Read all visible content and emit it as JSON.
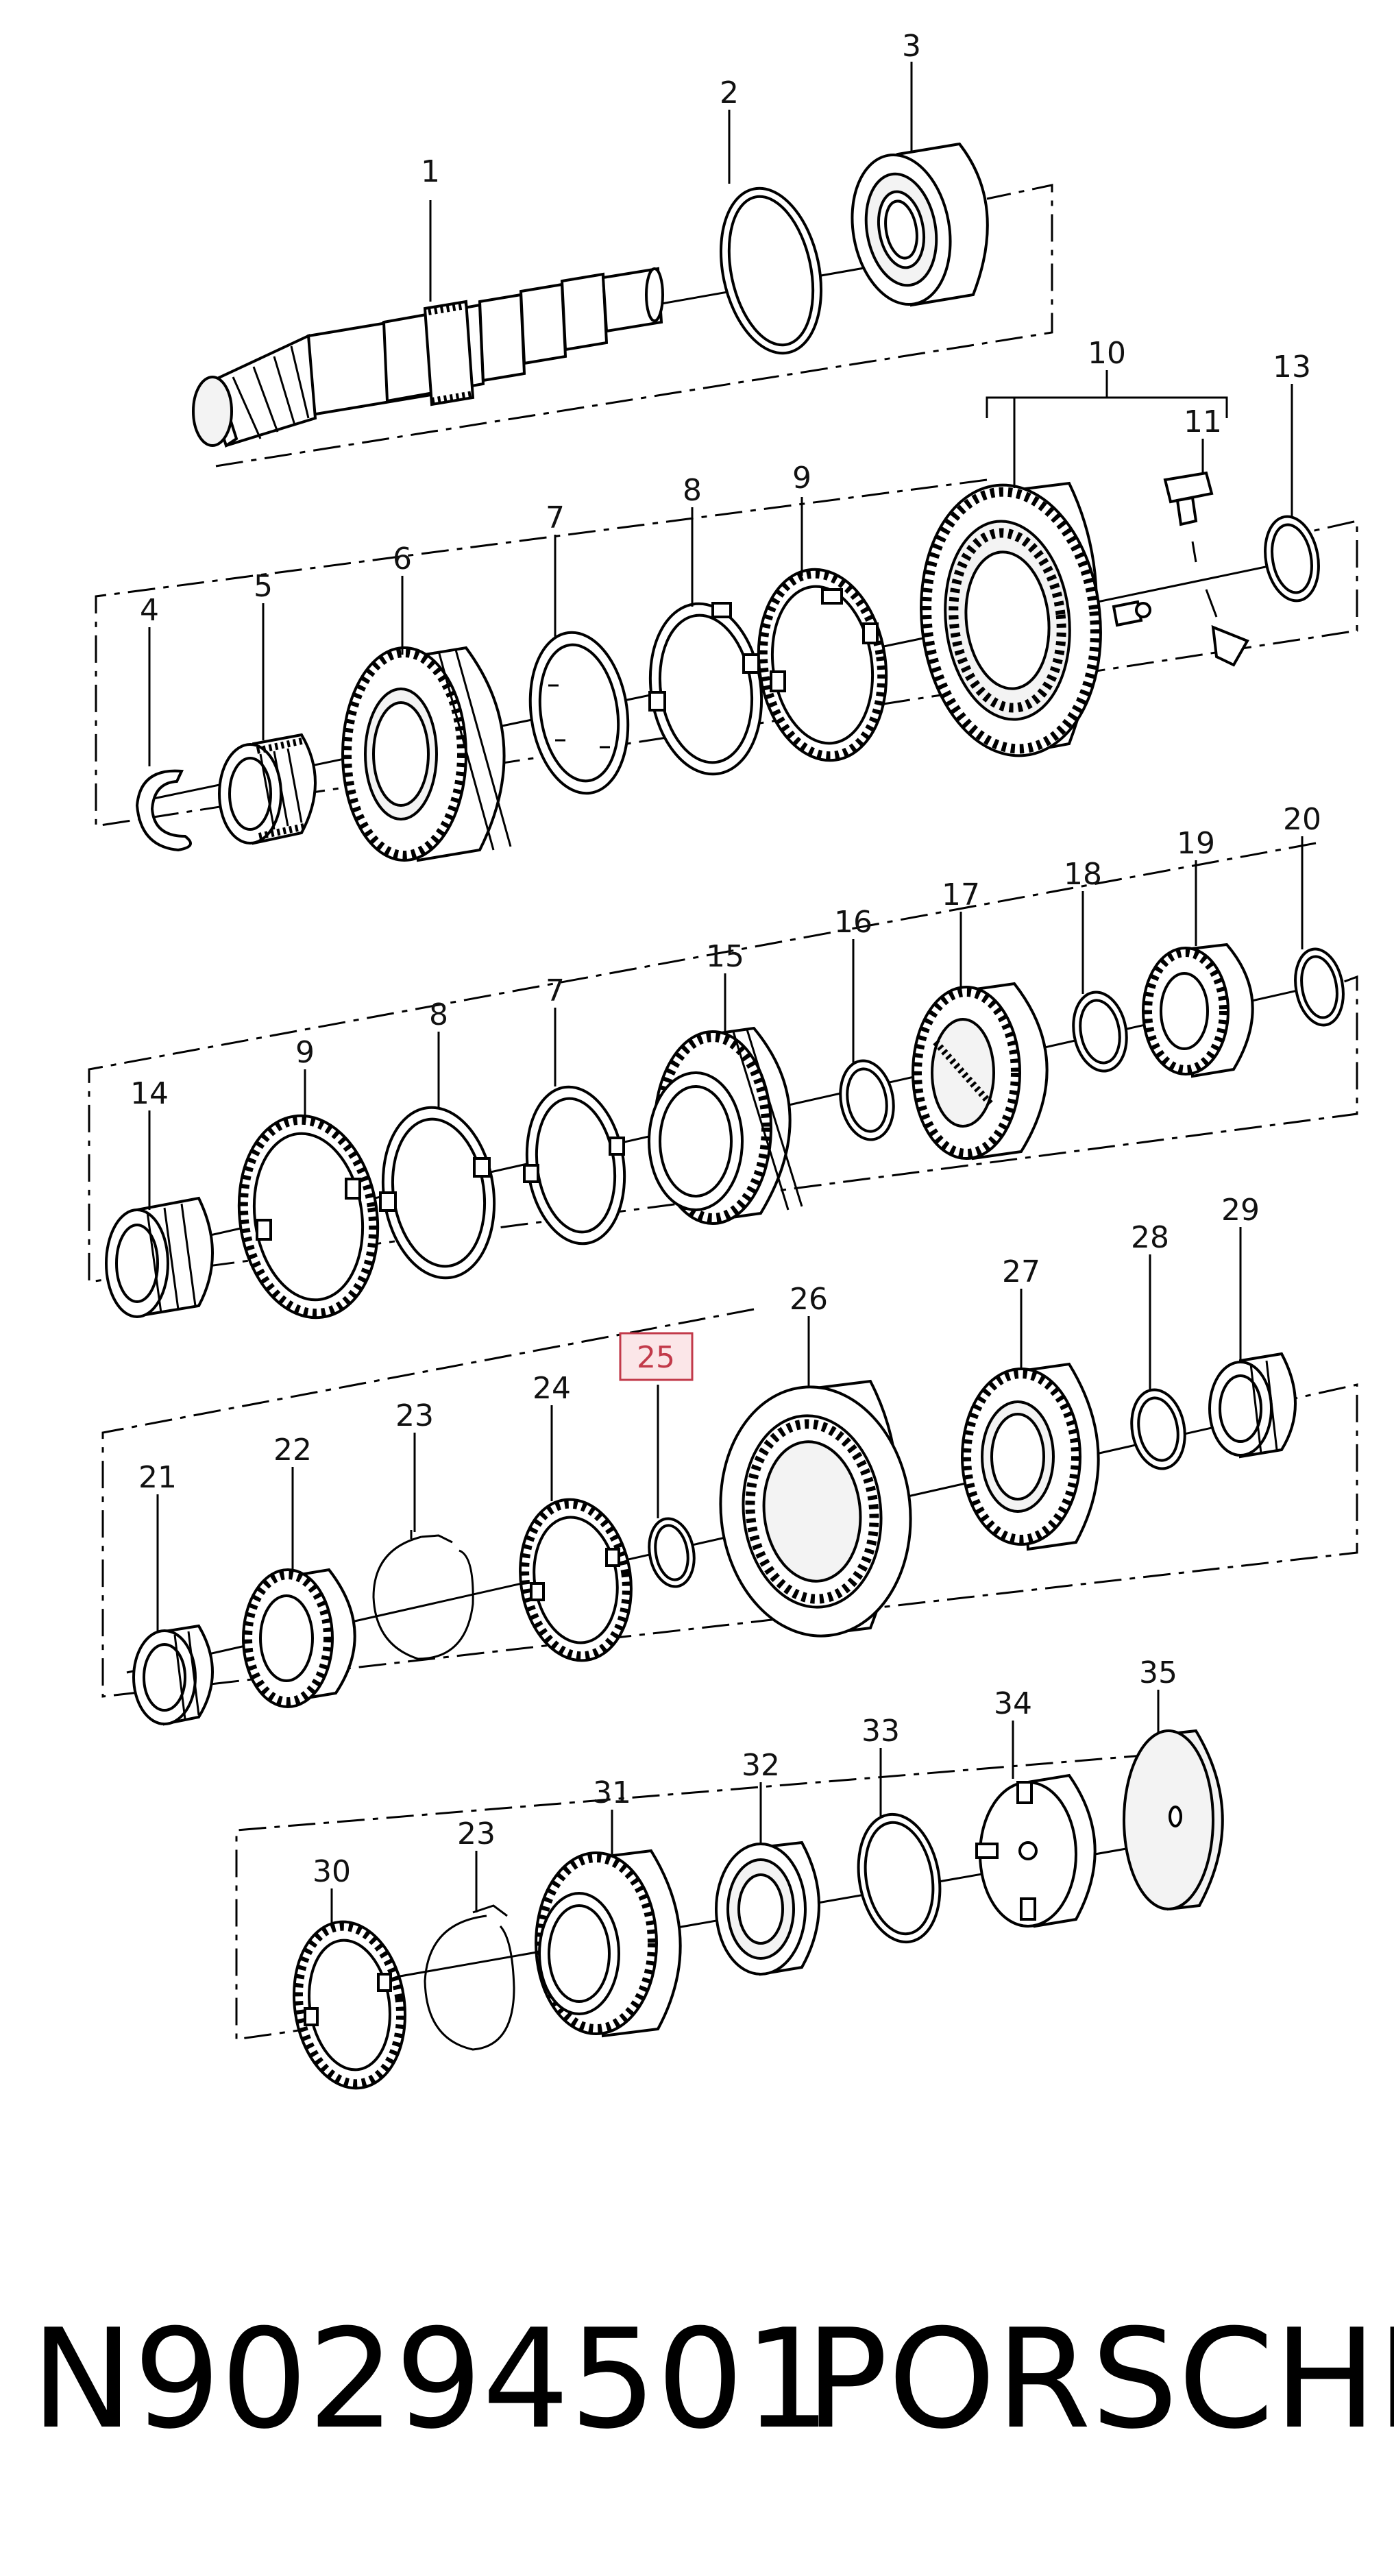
{
  "diagram": {
    "part_number": "N90294501",
    "brand": "PORSCHE",
    "highlight_color": "#c23a4a",
    "highlight_fill": "#fbe6e8",
    "callouts": [
      {
        "id": "c1",
        "label": "1"
      },
      {
        "id": "c2",
        "label": "2"
      },
      {
        "id": "c3",
        "label": "3"
      },
      {
        "id": "c4",
        "label": "4"
      },
      {
        "id": "c5",
        "label": "5"
      },
      {
        "id": "c6",
        "label": "6"
      },
      {
        "id": "c7a",
        "label": "7"
      },
      {
        "id": "c8a",
        "label": "8"
      },
      {
        "id": "c9a",
        "label": "9"
      },
      {
        "id": "c10",
        "label": "10"
      },
      {
        "id": "c11",
        "label": "11"
      },
      {
        "id": "c13",
        "label": "13"
      },
      {
        "id": "c14",
        "label": "14"
      },
      {
        "id": "c9b",
        "label": "9"
      },
      {
        "id": "c8b",
        "label": "8"
      },
      {
        "id": "c7b",
        "label": "7"
      },
      {
        "id": "c15",
        "label": "15"
      },
      {
        "id": "c16",
        "label": "16"
      },
      {
        "id": "c17",
        "label": "17"
      },
      {
        "id": "c18",
        "label": "18"
      },
      {
        "id": "c19",
        "label": "19"
      },
      {
        "id": "c20",
        "label": "20"
      },
      {
        "id": "c21",
        "label": "21"
      },
      {
        "id": "c22",
        "label": "22"
      },
      {
        "id": "c23a",
        "label": "23"
      },
      {
        "id": "c24",
        "label": "24"
      },
      {
        "id": "c25",
        "label": "25",
        "highlighted": true
      },
      {
        "id": "c26",
        "label": "26"
      },
      {
        "id": "c27",
        "label": "27"
      },
      {
        "id": "c28",
        "label": "28"
      },
      {
        "id": "c29",
        "label": "29"
      },
      {
        "id": "c30",
        "label": "30"
      },
      {
        "id": "c23b",
        "label": "23"
      },
      {
        "id": "c31",
        "label": "31"
      },
      {
        "id": "c32",
        "label": "32"
      },
      {
        "id": "c33",
        "label": "33"
      },
      {
        "id": "c34",
        "label": "34"
      },
      {
        "id": "c35",
        "label": "35"
      }
    ]
  }
}
